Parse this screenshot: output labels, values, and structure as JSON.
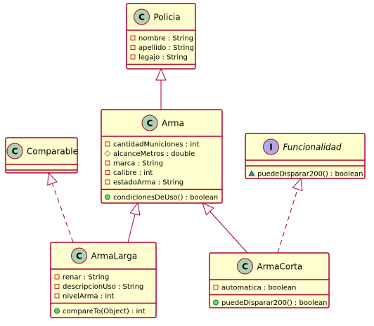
{
  "diagram": {
    "type": "uml-class-diagram",
    "classes": [
      {
        "id": "policia",
        "name": "Policia",
        "kind": "class",
        "attributes": [
          {
            "vis": "private",
            "text": "nombre : String"
          },
          {
            "vis": "private",
            "text": "apellido : String"
          },
          {
            "vis": "private",
            "text": "legajo : String"
          }
        ],
        "methods": []
      },
      {
        "id": "arma",
        "name": "Arma",
        "kind": "class",
        "attributes": [
          {
            "vis": "private",
            "text": "cantidadMuniciones : int"
          },
          {
            "vis": "protected",
            "text": "alcanceMetros : double"
          },
          {
            "vis": "private",
            "text": "marca : String"
          },
          {
            "vis": "private",
            "text": "calibre : int"
          },
          {
            "vis": "private",
            "text": "estadoArma : String"
          }
        ],
        "methods": [
          {
            "vis": "public",
            "text": "condicionesDeUso() : boolean"
          }
        ]
      },
      {
        "id": "comparable",
        "name": "Comparable",
        "kind": "class",
        "attributes": [],
        "methods": []
      },
      {
        "id": "funcionalidad",
        "name": "Funcionalidad",
        "kind": "interface",
        "attributes": [],
        "methods": [
          {
            "vis": "package",
            "text": "puedeDisparar200() : boolean"
          }
        ]
      },
      {
        "id": "armalarga",
        "name": "ArmaLarga",
        "kind": "class",
        "attributes": [
          {
            "vis": "private",
            "text": "renar : String"
          },
          {
            "vis": "private",
            "text": "descripcionUso : String"
          },
          {
            "vis": "private",
            "text": "nivelArma : int"
          }
        ],
        "methods": [
          {
            "vis": "public",
            "text": "compareTo(Object) : int"
          }
        ]
      },
      {
        "id": "armacorta",
        "name": "ArmaCorta",
        "kind": "class",
        "attributes": [
          {
            "vis": "private",
            "text": "automatica : boolean"
          }
        ],
        "methods": [
          {
            "vis": "public",
            "text": "puedeDisparar200() : boolean"
          }
        ]
      }
    ],
    "relations": [
      {
        "from": "arma",
        "to": "policia",
        "kind": "generalization"
      },
      {
        "from": "armalarga",
        "to": "arma",
        "kind": "generalization"
      },
      {
        "from": "armacorta",
        "to": "arma",
        "kind": "generalization"
      },
      {
        "from": "armalarga",
        "to": "comparable",
        "kind": "realization"
      },
      {
        "from": "armacorta",
        "to": "funcionalidad",
        "kind": "realization"
      }
    ],
    "colors": {
      "box_fill": "#FEFECE",
      "border": "#A80036",
      "class_spot": "#ADD1B2",
      "interface_spot": "#B4A7E5"
    }
  }
}
